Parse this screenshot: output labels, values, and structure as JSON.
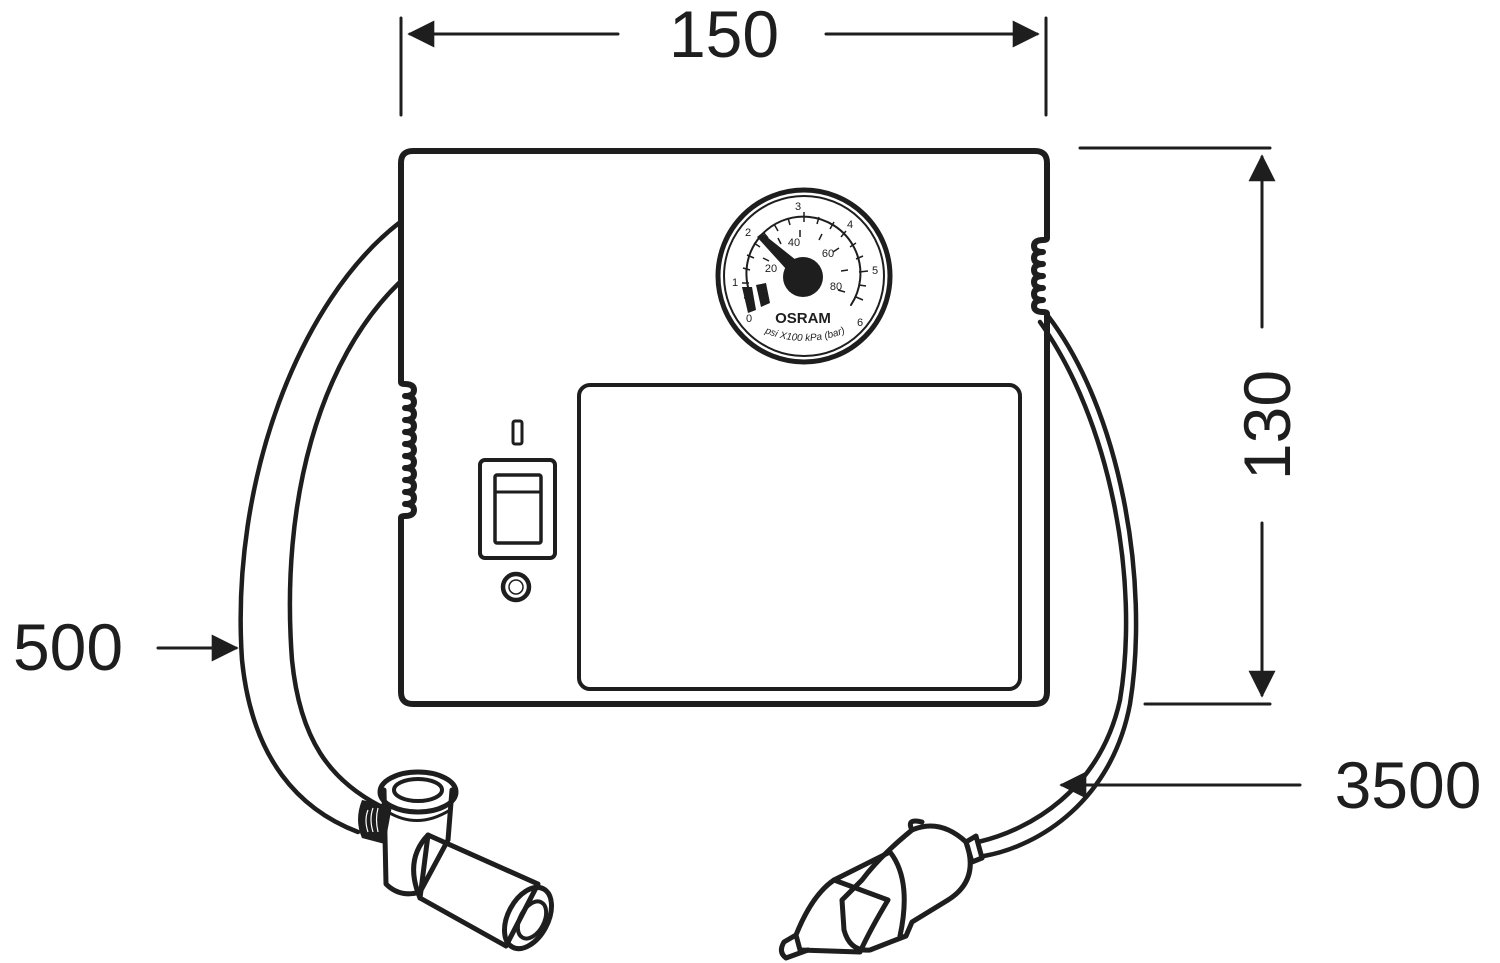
{
  "diagram": {
    "subject": "Portable tyre inflator / air compressor dimensional drawing",
    "colors": {
      "stroke": "#1e1e1e",
      "background": "#ffffff"
    },
    "dimensions": {
      "width": {
        "label": "150"
      },
      "height": {
        "label": "130"
      },
      "air_hose_length": {
        "label": "500"
      },
      "power_cable_length": {
        "label": "3500"
      }
    },
    "gauge": {
      "brand": "OSRAM",
      "unit_label": "psi  X100 kPa (bar)",
      "outer_scale": [
        "0",
        "1",
        "2",
        "3",
        "4",
        "5",
        "6"
      ],
      "inner_scale": [
        "20",
        "40",
        "60",
        "80"
      ]
    },
    "components": [
      "housing",
      "pressure-gauge",
      "power-switch",
      "indicator-light",
      "socket",
      "front-panel",
      "air-hose",
      "valve-connector",
      "power-cable",
      "cigarette-lighter-plug"
    ]
  }
}
